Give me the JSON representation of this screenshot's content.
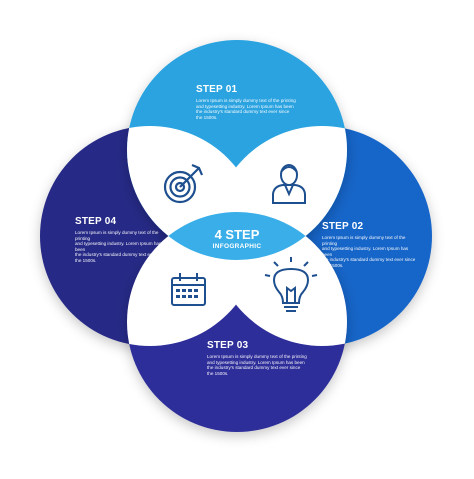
{
  "center": {
    "title": "4 STEP",
    "subtitle": "INFOGRAPHIC"
  },
  "steps": [
    {
      "title": "STEP 01",
      "text": [
        "Lorem Ipsum is simply dummy text of the printing",
        "and typesetting industry. Lorem Ipsum has been",
        "the industry's standard dummy text ever since",
        "the 1500s."
      ],
      "color": "#29a3e0",
      "icon": "target-icon"
    },
    {
      "title": "STEP 02",
      "text": [
        "Lorem Ipsum is simply dummy text of the printing",
        "and typesetting industry. Lorem Ipsum has been",
        "the industry's standard dummy text ever since",
        "the 1500s."
      ],
      "color": "#1565c8",
      "icon": "lightbulb-icon"
    },
    {
      "title": "STEP 03",
      "text": [
        "Lorem Ipsum is simply dummy text of the printing",
        "and typesetting industry. Lorem Ipsum has been",
        "the industry's standard dummy text ever since",
        "the 1500s."
      ],
      "color": "#2d2f9a",
      "icon": "calendar-icon"
    },
    {
      "title": "STEP 04",
      "text": [
        "Lorem Ipsum is simply dummy text of the printing",
        "and typesetting industry. Lorem Ipsum has been",
        "the industry's standard dummy text ever since",
        "the 1500s."
      ],
      "color": "#262a86",
      "icon": "target-icon"
    }
  ],
  "extra_icon": "person-icon",
  "colors": {
    "petal_white": "#ffffff",
    "center_fill": "#3aaee8",
    "icon_stroke": "#1e4f8f"
  }
}
